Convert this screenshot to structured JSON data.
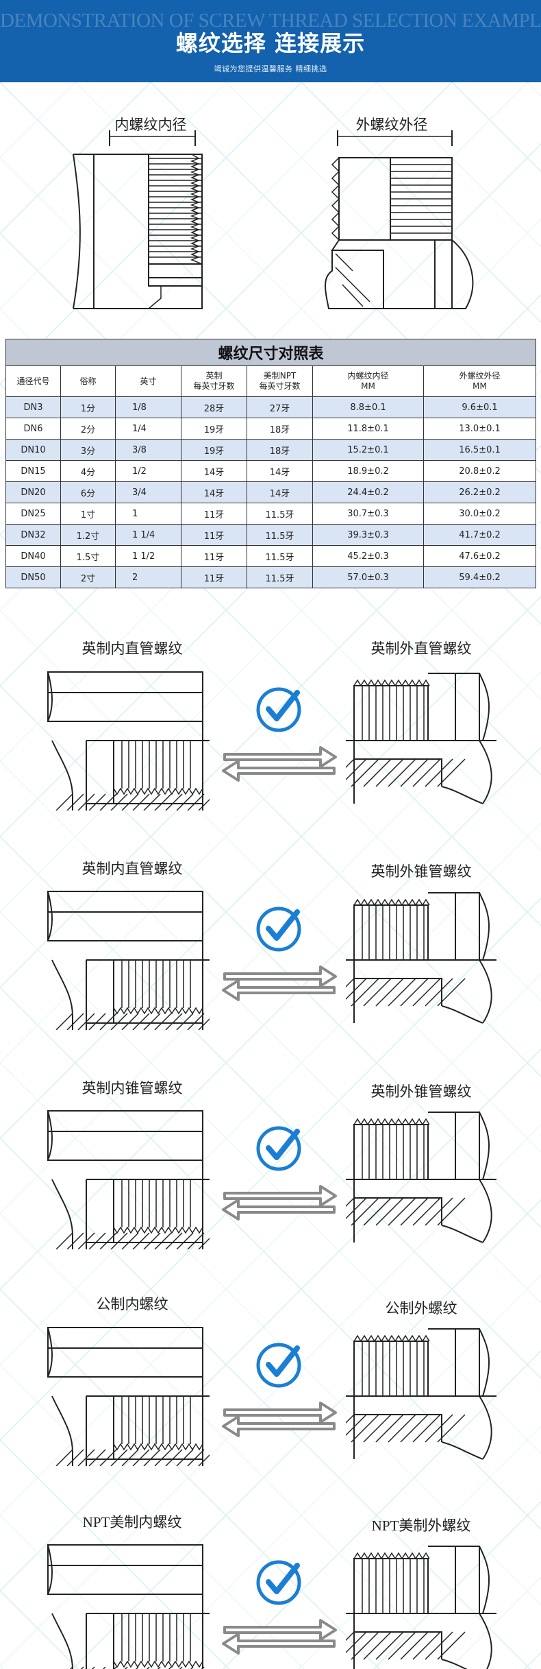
{
  "header": {
    "ghost_text": "DEMONSTRATION OF SCREW THREAD SELECTION EXAMPLES",
    "title": "螺纹选择  连接展示",
    "subtitle": "竭诚为您提供温馨服务 精细挑选",
    "bg_color": "#1462ad"
  },
  "top_diagrams": {
    "internal_label": "内螺纹内径",
    "external_label": "外螺纹外径"
  },
  "table": {
    "caption": "螺纹尺寸对照表",
    "headers": [
      "通径代号",
      "俗称",
      "英寸",
      "英制\n每英寸牙数",
      "美制NPT\n每英寸牙数",
      "内螺纹内径\nMM",
      "外螺纹外径\nMM"
    ],
    "rows": [
      [
        "DN3",
        "1分",
        "1/8",
        "28牙",
        "27牙",
        "8.8±0.1",
        "9.6±0.1"
      ],
      [
        "DN6",
        "2分",
        "1/4",
        "19牙",
        "18牙",
        "11.8±0.1",
        "13.0±0.1"
      ],
      [
        "DN10",
        "3分",
        "3/8",
        "19牙",
        "18牙",
        "15.2±0.1",
        "16.5±0.1"
      ],
      [
        "DN15",
        "4分",
        "1/2",
        "14牙",
        "14牙",
        "18.9±0.2",
        "20.8±0.2"
      ],
      [
        "DN20",
        "6分",
        "3/4",
        "14牙",
        "14牙",
        "24.4±0.2",
        "26.2±0.2"
      ],
      [
        "DN25",
        "1寸",
        "1",
        "11牙",
        "11.5牙",
        "30.7±0.3",
        "30.0±0.2"
      ],
      [
        "DN32",
        "1.2寸",
        "1 1/4",
        "11牙",
        "11.5牙",
        "39.3±0.3",
        "41.7±0.2"
      ],
      [
        "DN40",
        "1.5寸",
        "1 1/2",
        "11牙",
        "11.5牙",
        "45.2±0.3",
        "47.6±0.2"
      ],
      [
        "DN50",
        "2寸",
        "2",
        "11牙",
        "11.5牙",
        "57.0±0.3",
        "59.4±0.2"
      ]
    ],
    "header_bg": "#bfc6d4",
    "stripe_color": "#d9e4f4"
  },
  "pairs": [
    {
      "internal": "英制内直管螺纹",
      "external": "英制外直管螺纹"
    },
    {
      "internal": "英制内直管螺纹",
      "external": "英制外锥管螺纹"
    },
    {
      "internal": "英制内锥管螺纹",
      "external": "英制外锥管螺纹"
    },
    {
      "internal": "公制内螺纹",
      "external": "公制外螺纹"
    },
    {
      "internal": "NPT美制内螺纹",
      "external": "NPT美制外螺纹"
    }
  ],
  "colors": {
    "check_blue": "#1a7fd4",
    "arrow_gray": "#8a8a8a",
    "line": "#222222"
  },
  "icons": {
    "check": "check-circle-icon",
    "arrows": "double-arrow-icon"
  }
}
